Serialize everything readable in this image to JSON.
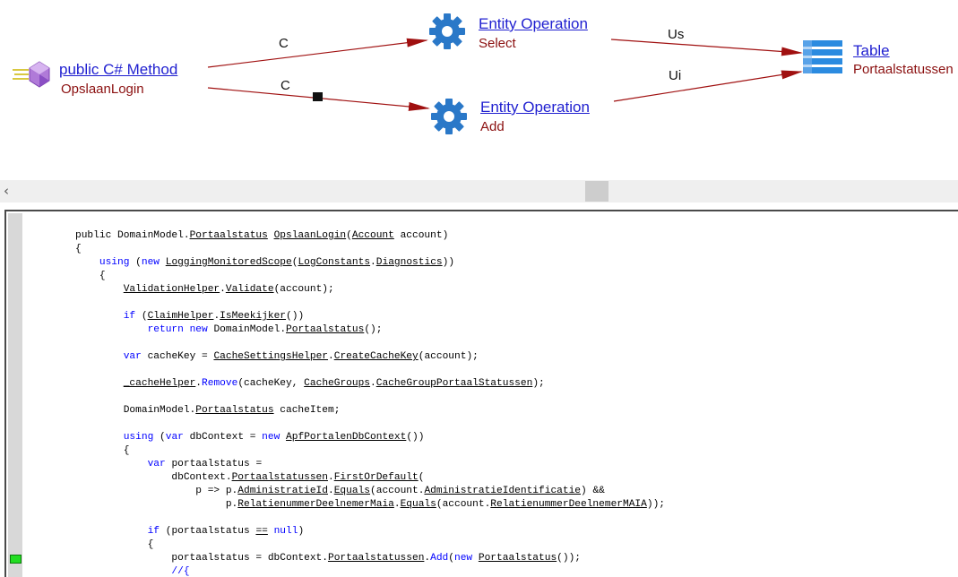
{
  "diagram": {
    "method_node": {
      "title": " public C# Method",
      "name": "OpslaanLogin",
      "icon": "purple-gem-icon"
    },
    "entity_select": {
      "title": "Entity Operation",
      "operation": "Select",
      "icon": "gear-icon"
    },
    "entity_add": {
      "title": "Entity Operation",
      "operation": "Add",
      "icon": "gear-icon"
    },
    "table_node": {
      "title": "Table",
      "name": "Portaalstatussen",
      "icon": "table-icon"
    },
    "edges": [
      {
        "from": "method",
        "to": "entity-select",
        "label": "C"
      },
      {
        "from": "method",
        "to": "entity-add",
        "label": "C"
      },
      {
        "from": "entity-select",
        "to": "table",
        "label": "Us"
      },
      {
        "from": "entity-add",
        "to": "table",
        "label": "Ui"
      }
    ],
    "colors": {
      "edge": "#a01010",
      "link": "#1f1fd0",
      "subtitle": "#8b1010",
      "gear": "#2a78c8",
      "table": "#2b8be0",
      "gem": "#b07ad8"
    }
  },
  "scrollbar": {
    "left_arrow": "‹"
  },
  "code": {
    "coverage_color": "#22dd22",
    "lines": [
      [
        {
          "t": "public DomainModel.",
          "c": "pl"
        },
        {
          "t": "Portaalstatus",
          "c": "ul"
        },
        {
          "t": " ",
          "c": "pl"
        },
        {
          "t": "OpslaanLogin",
          "c": "ul"
        },
        {
          "t": "(",
          "c": "pl"
        },
        {
          "t": "Account",
          "c": "ul"
        },
        {
          "t": " account)",
          "c": "pl"
        }
      ],
      [
        {
          "t": "{",
          "c": "pl"
        }
      ],
      [
        {
          "t": "    ",
          "c": "pl"
        },
        {
          "t": "using",
          "c": "kw"
        },
        {
          "t": " (",
          "c": "pl"
        },
        {
          "t": "new",
          "c": "kw"
        },
        {
          "t": " ",
          "c": "pl"
        },
        {
          "t": "LoggingMonitoredScope",
          "c": "ul"
        },
        {
          "t": "(",
          "c": "pl"
        },
        {
          "t": "LogConstants",
          "c": "ul"
        },
        {
          "t": ".",
          "c": "pl"
        },
        {
          "t": "Diagnostics",
          "c": "ul"
        },
        {
          "t": "))",
          "c": "pl"
        }
      ],
      [
        {
          "t": "    {",
          "c": "pl"
        }
      ],
      [
        {
          "t": "        ",
          "c": "pl"
        },
        {
          "t": "ValidationHelper",
          "c": "ul"
        },
        {
          "t": ".",
          "c": "pl"
        },
        {
          "t": "Validate",
          "c": "ul"
        },
        {
          "t": "(account);",
          "c": "pl"
        }
      ],
      [],
      [
        {
          "t": "        ",
          "c": "pl"
        },
        {
          "t": "if",
          "c": "kw"
        },
        {
          "t": " (",
          "c": "pl"
        },
        {
          "t": "ClaimHelper",
          "c": "ul"
        },
        {
          "t": ".",
          "c": "pl"
        },
        {
          "t": "IsMeekijker",
          "c": "ul"
        },
        {
          "t": "())",
          "c": "pl"
        }
      ],
      [
        {
          "t": "            ",
          "c": "pl"
        },
        {
          "t": "return",
          "c": "kw"
        },
        {
          "t": " ",
          "c": "pl"
        },
        {
          "t": "new",
          "c": "kw"
        },
        {
          "t": " DomainModel.",
          "c": "pl"
        },
        {
          "t": "Portaalstatus",
          "c": "ul"
        },
        {
          "t": "();",
          "c": "pl"
        }
      ],
      [],
      [
        {
          "t": "        ",
          "c": "pl"
        },
        {
          "t": "var",
          "c": "kw"
        },
        {
          "t": " cacheKey = ",
          "c": "pl"
        },
        {
          "t": "CacheSettingsHelper",
          "c": "ul"
        },
        {
          "t": ".",
          "c": "pl"
        },
        {
          "t": "CreateCacheKey",
          "c": "ul"
        },
        {
          "t": "(account);",
          "c": "pl"
        }
      ],
      [],
      [
        {
          "t": "        ",
          "c": "pl"
        },
        {
          "t": "_cacheHelper",
          "c": "ul"
        },
        {
          "t": ".",
          "c": "pl"
        },
        {
          "t": "Remove",
          "c": "kw"
        },
        {
          "t": "(cacheKey, ",
          "c": "pl"
        },
        {
          "t": "CacheGroups",
          "c": "ul"
        },
        {
          "t": ".",
          "c": "pl"
        },
        {
          "t": "CacheGroupPortaalStatussen",
          "c": "ul"
        },
        {
          "t": ");",
          "c": "pl"
        }
      ],
      [],
      [
        {
          "t": "        DomainModel.",
          "c": "pl"
        },
        {
          "t": "Portaalstatus",
          "c": "ul"
        },
        {
          "t": " cacheItem;",
          "c": "pl"
        }
      ],
      [],
      [
        {
          "t": "        ",
          "c": "pl"
        },
        {
          "t": "using",
          "c": "kw"
        },
        {
          "t": " (",
          "c": "pl"
        },
        {
          "t": "var",
          "c": "kw"
        },
        {
          "t": " dbContext = ",
          "c": "pl"
        },
        {
          "t": "new",
          "c": "kw"
        },
        {
          "t": " ",
          "c": "pl"
        },
        {
          "t": "ApfPortalenDbContext",
          "c": "ul"
        },
        {
          "t": "())",
          "c": "pl"
        }
      ],
      [
        {
          "t": "        {",
          "c": "pl"
        }
      ],
      [
        {
          "t": "            ",
          "c": "pl"
        },
        {
          "t": "var",
          "c": "kw"
        },
        {
          "t": " portaalstatus =",
          "c": "pl"
        }
      ],
      [
        {
          "t": "                dbContext.",
          "c": "pl"
        },
        {
          "t": "Portaalstatussen",
          "c": "ul"
        },
        {
          "t": ".",
          "c": "pl"
        },
        {
          "t": "FirstOrDefault",
          "c": "ul"
        },
        {
          "t": "(",
          "c": "pl"
        }
      ],
      [
        {
          "t": "                    p => p.",
          "c": "pl"
        },
        {
          "t": "AdministratieId",
          "c": "ul"
        },
        {
          "t": ".",
          "c": "pl"
        },
        {
          "t": "Equals",
          "c": "ul"
        },
        {
          "t": "(account.",
          "c": "pl"
        },
        {
          "t": "AdministratieIdentificatie",
          "c": "ul"
        },
        {
          "t": ") &&",
          "c": "pl"
        }
      ],
      [
        {
          "t": "                         p.",
          "c": "pl"
        },
        {
          "t": "RelatienummerDeelnemerMaia",
          "c": "ul"
        },
        {
          "t": ".",
          "c": "pl"
        },
        {
          "t": "Equals",
          "c": "ul"
        },
        {
          "t": "(account.",
          "c": "pl"
        },
        {
          "t": "RelatienummerDeelnemerMAIA",
          "c": "ul"
        },
        {
          "t": "));",
          "c": "pl"
        }
      ],
      [],
      [
        {
          "t": "            ",
          "c": "pl"
        },
        {
          "t": "if",
          "c": "kw"
        },
        {
          "t": " (portaalstatus ",
          "c": "pl"
        },
        {
          "t": "==",
          "c": "ul"
        },
        {
          "t": " ",
          "c": "pl"
        },
        {
          "t": "null",
          "c": "kw"
        },
        {
          "t": ")",
          "c": "pl"
        }
      ],
      [
        {
          "t": "            {",
          "c": "pl"
        }
      ],
      [
        {
          "t": "                portaalstatus = dbContext.",
          "c": "pl"
        },
        {
          "t": "Portaalstatussen",
          "c": "ul"
        },
        {
          "t": ".",
          "c": "pl"
        },
        {
          "t": "Add",
          "c": "kw"
        },
        {
          "t": "(",
          "c": "pl"
        },
        {
          "t": "new",
          "c": "kw"
        },
        {
          "t": " ",
          "c": "pl"
        },
        {
          "t": "Portaalstatus",
          "c": "ul"
        },
        {
          "t": "());",
          "c": "pl"
        }
      ],
      [
        {
          "t": "                //{",
          "c": "kw"
        }
      ]
    ]
  }
}
